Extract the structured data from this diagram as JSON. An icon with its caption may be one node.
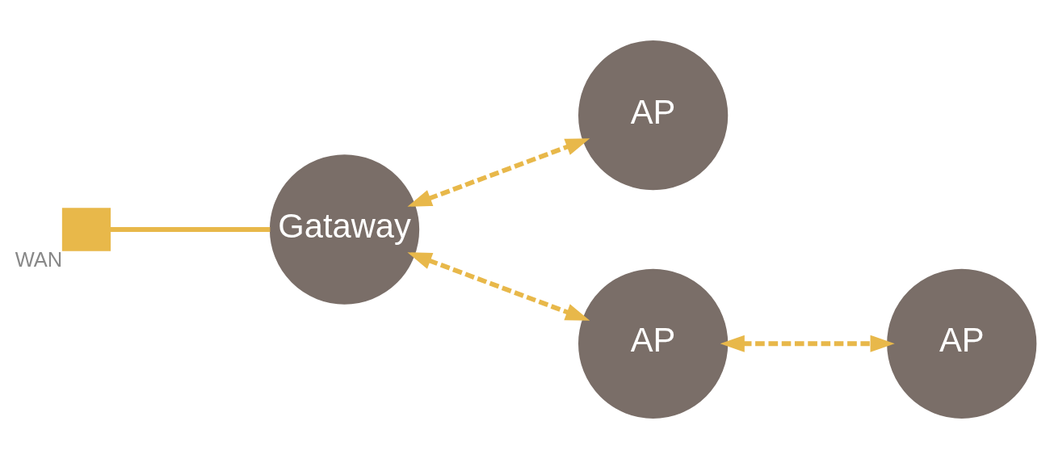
{
  "diagram": {
    "nodes": [
      {
        "text": [
          "Gataway"
        ]
      },
      {
        "text": [
          "AP"
        ]
      },
      {
        "text": [
          "AP"
        ]
      },
      {
        "text": [
          "AP"
        ]
      },
      {
        "text": [],
        "shape": "box",
        "beside": [
          "WAN"
        ]
      }
    ],
    "edges": [
      {
        "from": 4,
        "to": 0,
        "arrow": "none"
      },
      {
        "from": 0,
        "to": 1,
        "arrow": "both",
        "style": "dashed"
      },
      {
        "from": 0,
        "to": 2,
        "arrow": "both",
        "style": "dashed"
      },
      {
        "from": 2,
        "to": 3,
        "arrow": "both",
        "style": "dashed"
      }
    ]
  }
}
